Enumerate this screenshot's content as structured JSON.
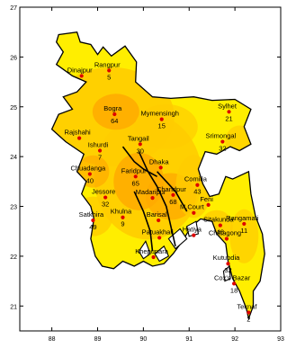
{
  "map": {
    "x_ticks": [
      "88",
      "89",
      "90",
      "91",
      "92",
      "93"
    ],
    "y_ticks": [
      "27",
      "26",
      "25",
      "24",
      "23",
      "22",
      "21"
    ],
    "colors": {
      "land_outer": "#ffee00",
      "land_mid": "#ffcc00",
      "land_inner": "#ffaa00",
      "coast": "#000000",
      "station": "#dd0000",
      "frame": "#000000",
      "background": "#ffffff"
    },
    "stations": [
      {
        "name": "Dinajpur",
        "value": "",
        "lon": 88.65,
        "lat": 25.62
      },
      {
        "name": "Rangpur",
        "value": "5",
        "lon": 89.25,
        "lat": 25.73
      },
      {
        "name": "Bogra",
        "value": "64",
        "lon": 89.37,
        "lat": 24.85
      },
      {
        "name": "Mymensingh",
        "value": "15",
        "lon": 90.4,
        "lat": 24.75
      },
      {
        "name": "Sylhet",
        "value": "21",
        "lon": 91.87,
        "lat": 24.9
      },
      {
        "name": "Rajshahi",
        "value": "",
        "lon": 88.6,
        "lat": 24.37
      },
      {
        "name": "Ishurdi",
        "value": "7",
        "lon": 89.05,
        "lat": 24.12
      },
      {
        "name": "Tangail",
        "value": "30",
        "lon": 89.93,
        "lat": 24.25
      },
      {
        "name": "Srimongal",
        "value": "32",
        "lon": 91.73,
        "lat": 24.3
      },
      {
        "name": "Chuadanga",
        "value": "40",
        "lon": 88.83,
        "lat": 23.65
      },
      {
        "name": "Dhaka",
        "value": "",
        "lon": 90.38,
        "lat": 23.78
      },
      {
        "name": "Faridpur",
        "value": "65",
        "lon": 89.83,
        "lat": 23.6
      },
      {
        "name": "Comilla",
        "value": "43",
        "lon": 91.18,
        "lat": 23.43
      },
      {
        "name": "Jessore",
        "value": "32",
        "lon": 89.17,
        "lat": 23.18
      },
      {
        "name": "Madaripur",
        "value": "",
        "lon": 90.2,
        "lat": 23.17
      },
      {
        "name": "Chandpur",
        "value": "68",
        "lon": 90.65,
        "lat": 23.23
      },
      {
        "name": "Feni",
        "value": "",
        "lon": 91.42,
        "lat": 23.03
      },
      {
        "name": "Satkhira",
        "value": "49",
        "lon": 88.9,
        "lat": 22.72
      },
      {
        "name": "Khulna",
        "value": "9",
        "lon": 89.55,
        "lat": 22.78
      },
      {
        "name": "Barisal",
        "value": "",
        "lon": 90.33,
        "lat": 22.72
      },
      {
        "name": "M.Court",
        "value": "",
        "lon": 91.1,
        "lat": 22.87
      },
      {
        "name": "Sitakunda",
        "value": "48",
        "lon": 91.68,
        "lat": 22.62
      },
      {
        "name": "Rangamati",
        "value": "11",
        "lon": 92.2,
        "lat": 22.65
      },
      {
        "name": "Patuakhali",
        "value": "",
        "lon": 90.35,
        "lat": 22.37
      },
      {
        "name": "Hatiya",
        "value": "",
        "lon": 91.1,
        "lat": 22.42
      },
      {
        "name": "Chittagong",
        "value": "",
        "lon": 91.82,
        "lat": 22.35
      },
      {
        "name": "Kutubdia",
        "value": "32",
        "lon": 91.85,
        "lat": 21.85
      },
      {
        "name": "Khepupara",
        "value": "",
        "lon": 90.22,
        "lat": 21.98
      },
      {
        "name": "Cox's Bazar",
        "value": "18",
        "lon": 91.98,
        "lat": 21.45
      },
      {
        "name": "Teknaf",
        "value": "2",
        "lon": 92.3,
        "lat": 20.87
      }
    ]
  }
}
